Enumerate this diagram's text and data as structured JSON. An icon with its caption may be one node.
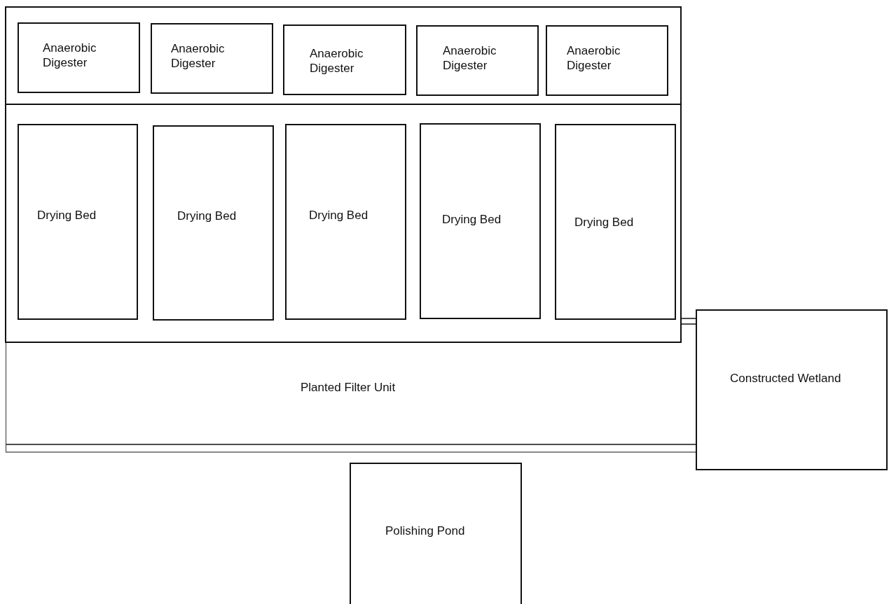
{
  "diagram": {
    "nodes": [
      {
        "text": [],
        "shape": "box"
      },
      {
        "text": [
          "Anaerobic Digester"
        ],
        "in": 0
      },
      {
        "text": [
          "Anaerobic Digester"
        ],
        "in": 0
      },
      {
        "text": [
          "Anaerobic Digester"
        ],
        "in": 0
      },
      {
        "text": [
          "Anaerobic Digester"
        ],
        "in": 0
      },
      {
        "text": [
          "Anaerobic Digester"
        ],
        "in": 0
      },
      {
        "text": [],
        "shape": "box"
      },
      {
        "text": [
          "Drying Bed"
        ],
        "in": 6
      },
      {
        "text": [
          "Drying Bed"
        ],
        "in": 6
      },
      {
        "text": [
          "Drying Bed"
        ],
        "in": 6
      },
      {
        "text": [
          "Drying Bed"
        ],
        "in": 6
      },
      {
        "text": [
          "Drying Bed"
        ],
        "in": 6
      },
      {
        "text": [
          "Planted Filter Unit"
        ]
      },
      {
        "text": [
          "Constructed Wetland"
        ]
      },
      {
        "text": [
          "Polishing Pond"
        ]
      }
    ],
    "edges": [
      {
        "from": 6,
        "to": 13,
        "arrow": "none"
      }
    ]
  }
}
